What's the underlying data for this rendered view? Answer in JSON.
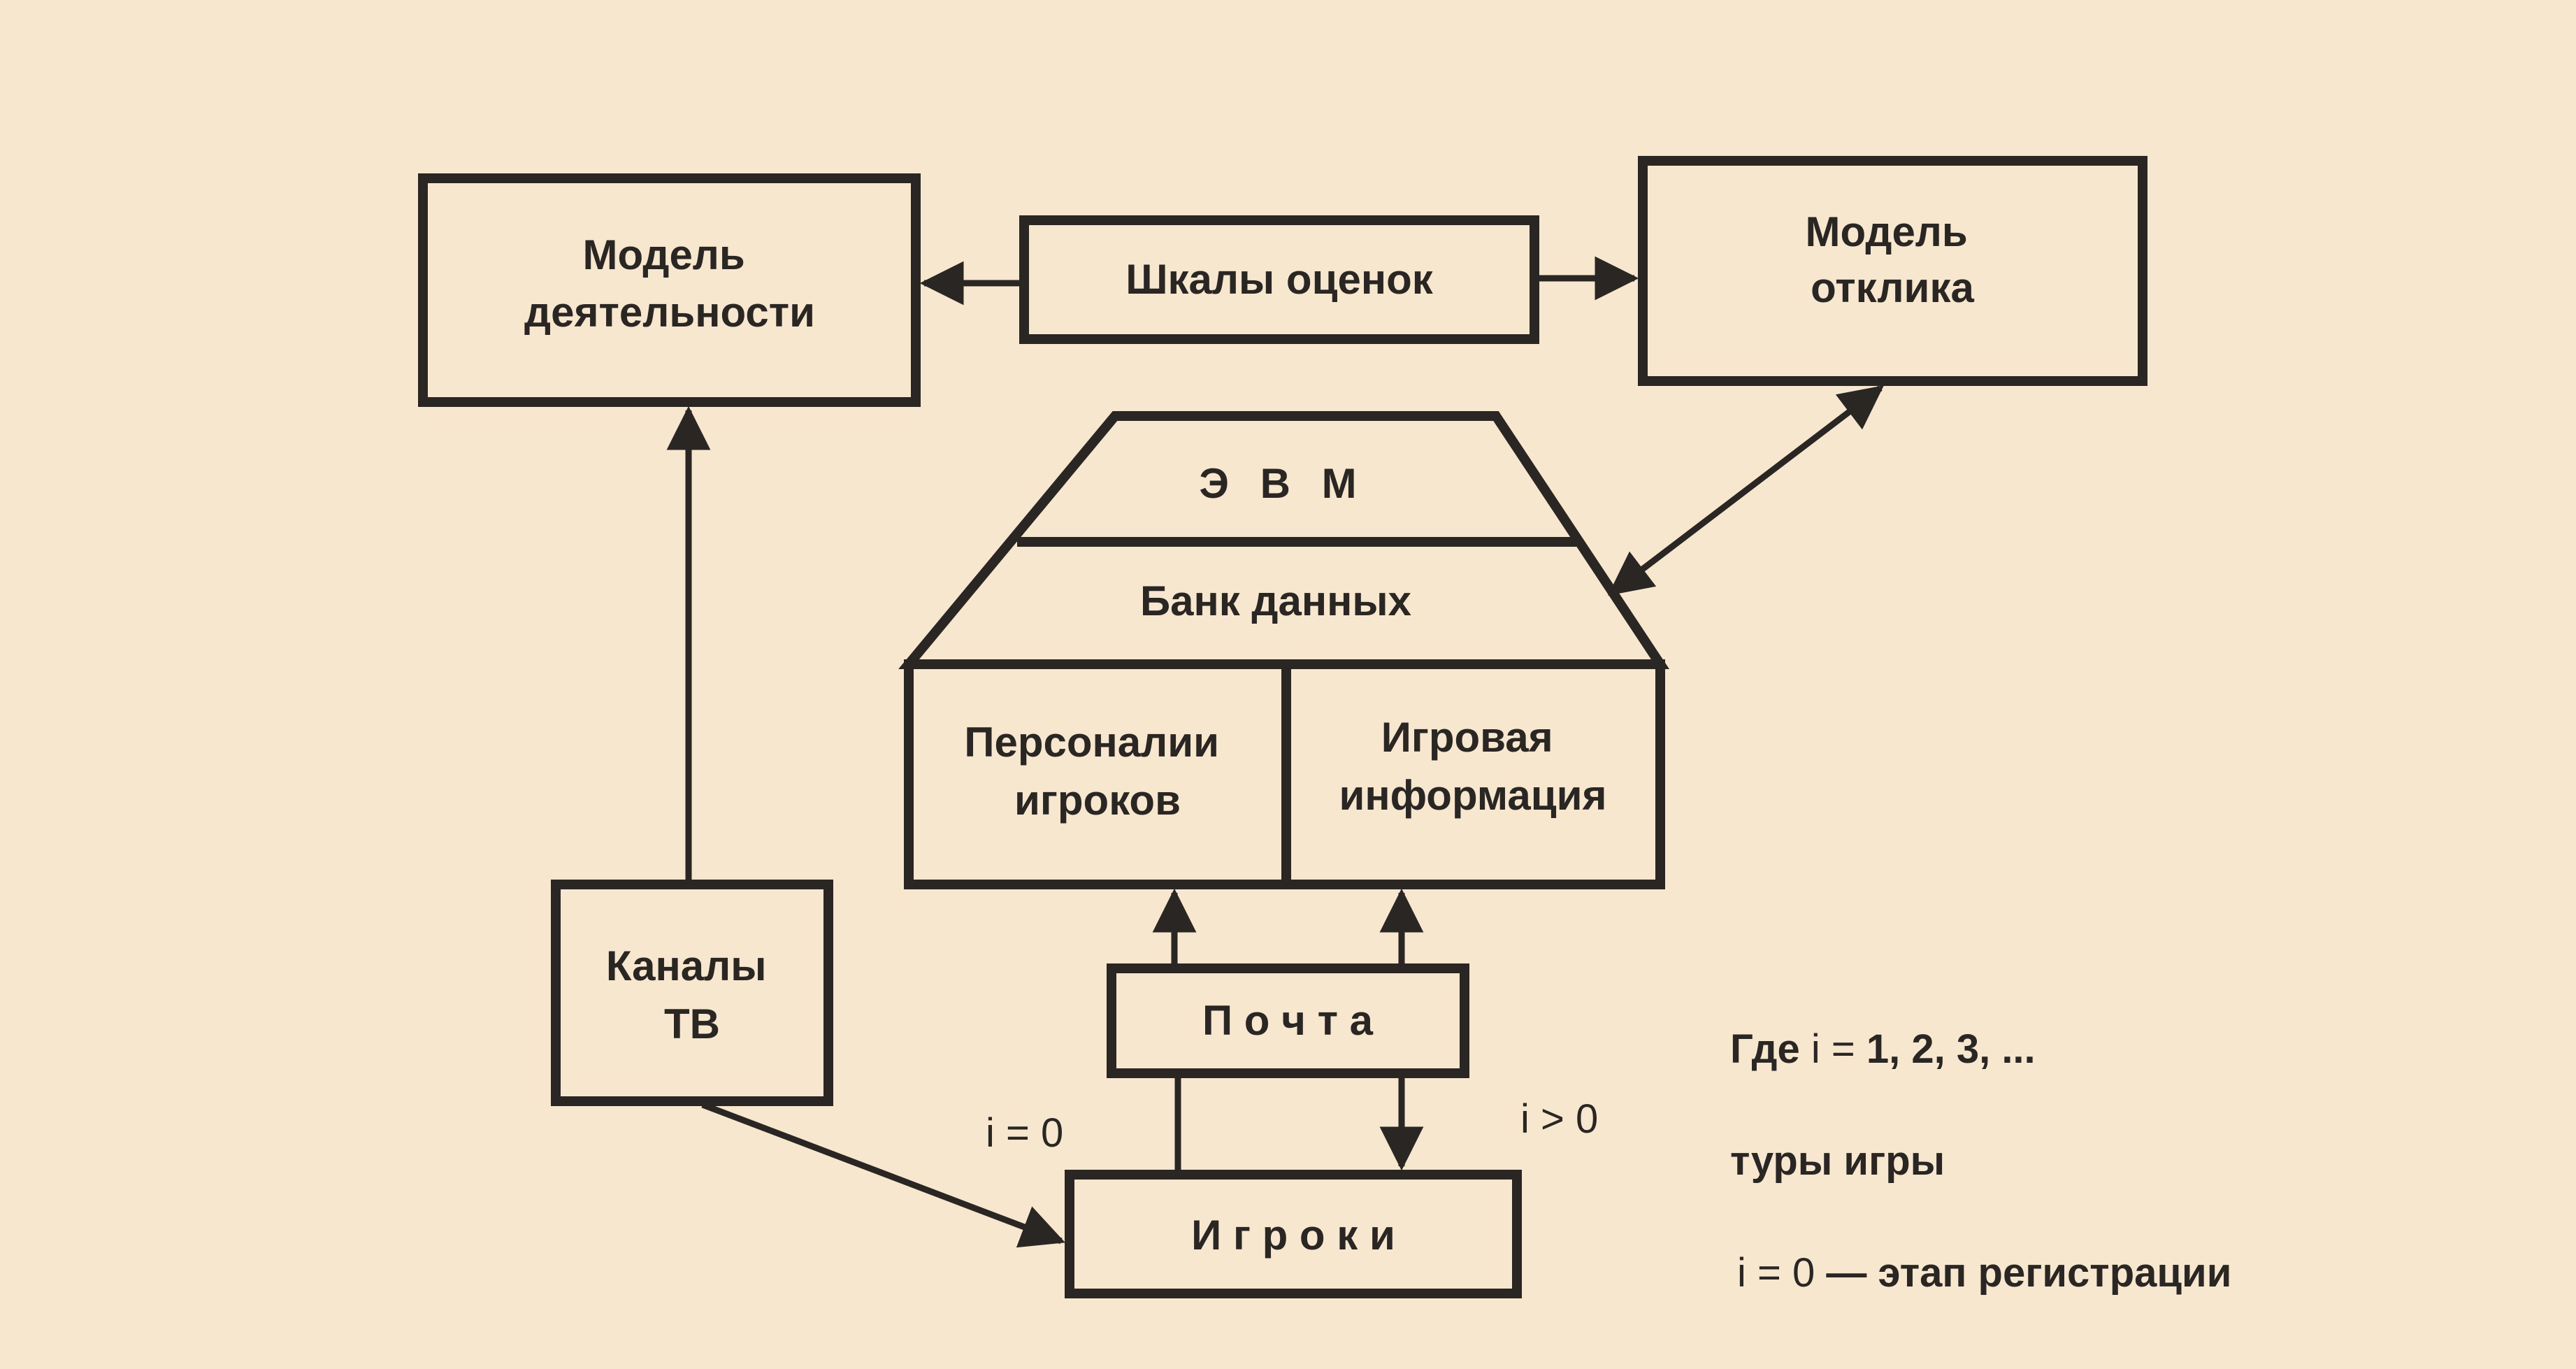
{
  "nodes": {
    "activity_model": [
      "Модель",
      "деятельности"
    ],
    "rating_scales": [
      "Шкалы оценок"
    ],
    "response_model": [
      "Модель",
      "отклика"
    ],
    "computer": [
      "Э В М"
    ],
    "data_bank": [
      "Банк данных"
    ],
    "player_personal": [
      "Персоналии",
      "игроков"
    ],
    "game_info": [
      "Игровая",
      "информация"
    ],
    "tv_channels": [
      "Каналы",
      "ТВ"
    ],
    "mail": [
      "П о ч т а"
    ],
    "players": [
      "И г р о к и"
    ]
  },
  "edge_labels": {
    "i_zero": "i = 0",
    "i_gt_zero": "i > 0"
  },
  "legend": {
    "line1_prefix": "Где ",
    "line1_var": "i = ",
    "line1_values": "1, 2, 3, ...",
    "line2": "туры игры",
    "line3_var": "i = 0",
    "line3_text": " — этап регистрации"
  },
  "colors": {
    "ink": "#2a2623",
    "paper": "#f7e7cf"
  }
}
